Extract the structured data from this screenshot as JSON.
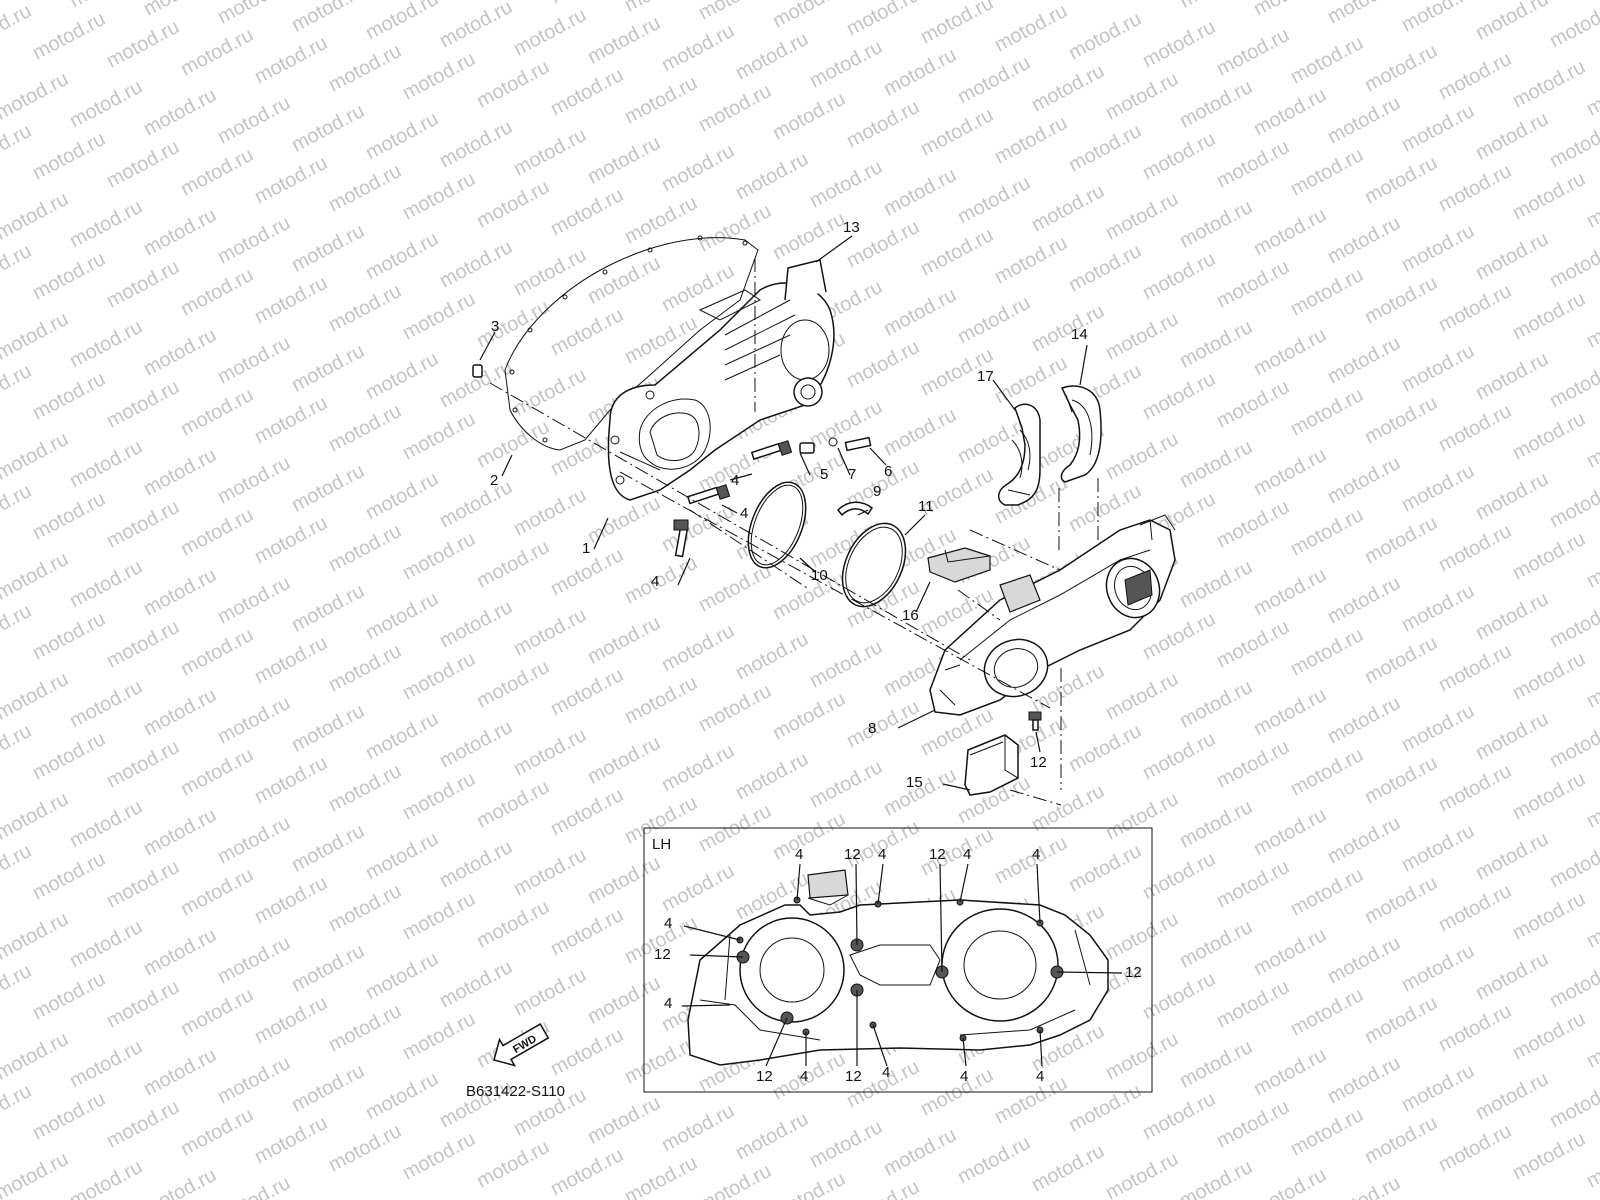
{
  "watermark": "motod.ru",
  "diagram_code": "B631422-S110",
  "fwd_label": "FWD",
  "inset_label": "LH",
  "callouts": {
    "c1": "1",
    "c2": "2",
    "c3": "3",
    "c4a": "4",
    "c4b": "4",
    "c4c": "4",
    "c5": "5",
    "c6": "6",
    "c7": "7",
    "c8": "8",
    "c9": "9",
    "c10": "10",
    "c11": "11",
    "c12": "12",
    "c13": "13",
    "c14": "14",
    "c15": "15",
    "c16": "16",
    "c17": "17"
  },
  "inset_callouts": {
    "t1": "4",
    "t2": "12",
    "t3": "4",
    "t4": "12",
    "t5": "4",
    "t6": "4",
    "l1": "4",
    "l2": "12",
    "l3": "4",
    "r1": "12",
    "b1": "12",
    "b2": "4",
    "b3": "12",
    "b4": "4",
    "b5": "4",
    "b6": "4"
  }
}
